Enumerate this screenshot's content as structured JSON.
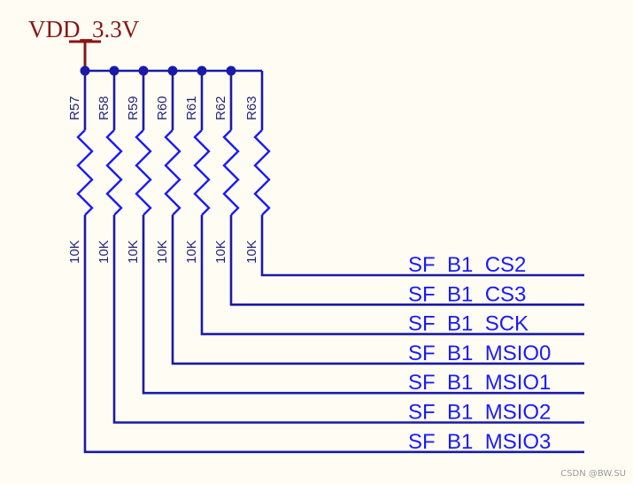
{
  "supply": {
    "label": "VDD_3.3V"
  },
  "resistors": [
    {
      "ref": "R57",
      "value": "10K",
      "net": "SF_B1_MSIO3"
    },
    {
      "ref": "R58",
      "value": "10K",
      "net": "SF_B1_MSIO2"
    },
    {
      "ref": "R59",
      "value": "10K",
      "net": "SF_B1_MSIO1"
    },
    {
      "ref": "R60",
      "value": "10K",
      "net": "SF_B1_MSIO0"
    },
    {
      "ref": "R61",
      "value": "10K",
      "net": "SF_B1_SCK"
    },
    {
      "ref": "R62",
      "value": "10K",
      "net": "SF_B1_CS3"
    },
    {
      "ref": "R63",
      "value": "10K",
      "net": "SF_B1_CS2"
    }
  ],
  "nets": [
    {
      "name": "SF_B1_CS2"
    },
    {
      "name": "SF_B1_CS3"
    },
    {
      "name": "SF_B1_SCK"
    },
    {
      "name": "SF_B1_MSIO0"
    },
    {
      "name": "SF_B1_MSIO1"
    },
    {
      "name": "SF_B1_MSIO2"
    },
    {
      "name": "SF_B1_MSIO3"
    }
  ],
  "colors": {
    "wire": "#1a1aa8",
    "net_label": "#1a1aff",
    "supply": "#8b1414",
    "background": "#fffdf3"
  },
  "watermark": "CSDN @BW.SU"
}
